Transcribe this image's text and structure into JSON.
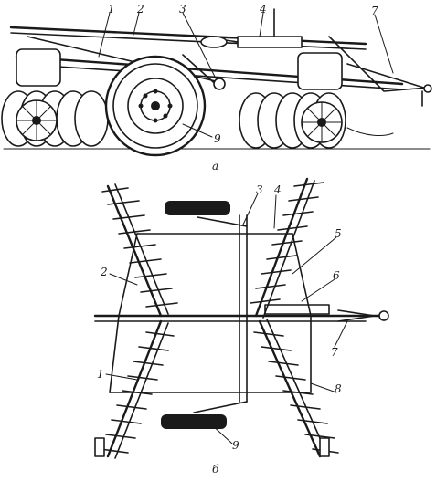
{
  "figure": {
    "top_view_letter": "а",
    "bottom_view_letter": "б",
    "top_labels": [
      "1",
      "2",
      "3",
      "4",
      "7",
      "9"
    ],
    "bottom_labels": [
      "3",
      "4",
      "5",
      "2",
      "6",
      "7",
      "1",
      "8",
      "9"
    ]
  }
}
